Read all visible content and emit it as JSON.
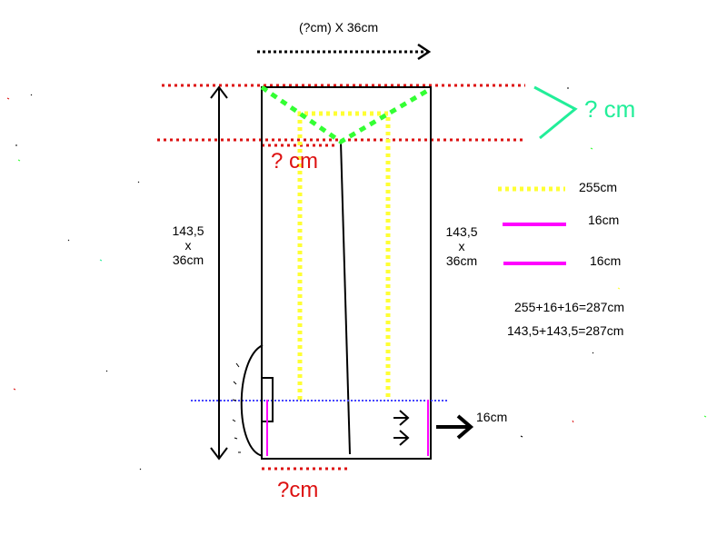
{
  "top_label": "(?cm) X 36cm",
  "left_dimension": {
    "line1": "143,5",
    "line2": "x",
    "line3": "36cm"
  },
  "right_dimension": {
    "line1": "143,5",
    "line2": "x",
    "line3": "36cm"
  },
  "red_label_top": "? cm",
  "red_label_bottom": "?cm",
  "green_label": "? cm",
  "arrow_label": "16cm",
  "legend": [
    {
      "label": "255cm",
      "color": "#ffff33",
      "style": "dotted"
    },
    {
      "label": "16cm",
      "color": "#ff00ff",
      "style": "solid"
    },
    {
      "label": "16cm",
      "color": "#ff00ff",
      "style": "solid"
    }
  ],
  "equations": [
    "255+16+16=287cm",
    "143,5+143,5=287cm"
  ],
  "colors": {
    "red": "#dd1111",
    "green": "#33ff33",
    "teal": "#22ee99",
    "yellow": "#ffff33",
    "magenta": "#ff00ff",
    "blue": "#4444ff",
    "black": "#000000"
  }
}
